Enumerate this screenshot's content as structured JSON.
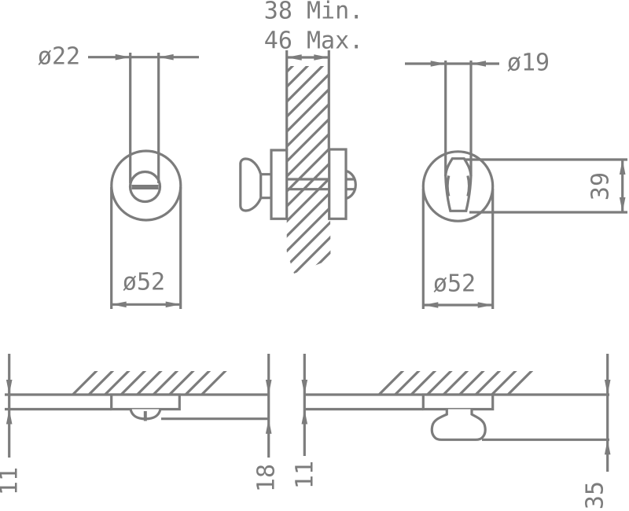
{
  "colors": {
    "line_gray": "#7c7c7c",
    "background": "#ffffff"
  },
  "views": {
    "front_view_release_side": {
      "labels": {
        "slot_button_diameter": "ø22",
        "rose_diameter": "ø52"
      }
    },
    "door_section_view": {
      "labels": {
        "door_thickness_line1": "38 Min.",
        "door_thickness_line2": "46 Max."
      }
    },
    "front_view_turn_side": {
      "labels": {
        "turn_knob_diameter": "ø19",
        "rose_diameter": "ø52",
        "turn_grip_length": "39"
      }
    },
    "side_view_release_side": {
      "labels": {
        "rose_projection": "11",
        "total_projection": "18"
      }
    },
    "side_view_turn_side": {
      "labels": {
        "rose_projection": "11",
        "total_projection": "35"
      }
    }
  }
}
